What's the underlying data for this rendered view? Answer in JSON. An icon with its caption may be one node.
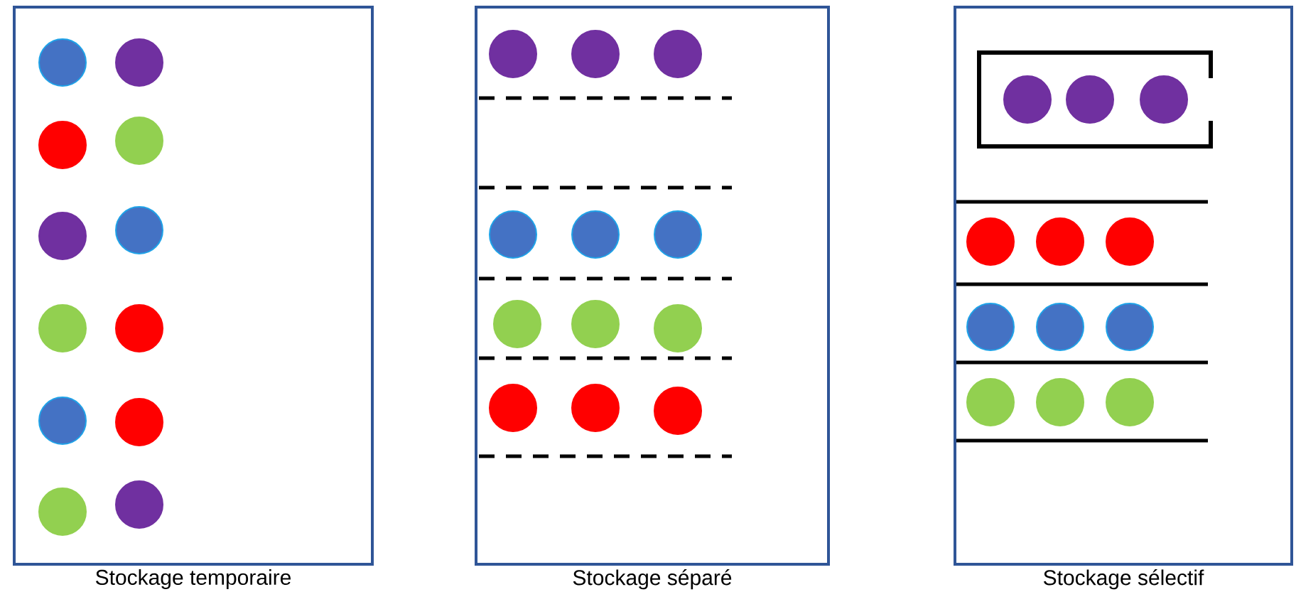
{
  "diagram": {
    "nodes": [
      {
        "text": [
          "Stockage temporaire"
        ]
      },
      {
        "text": [
          "Stockage séparé"
        ]
      },
      {
        "text": [
          "Stockage sélectif"
        ]
      }
    ]
  }
}
